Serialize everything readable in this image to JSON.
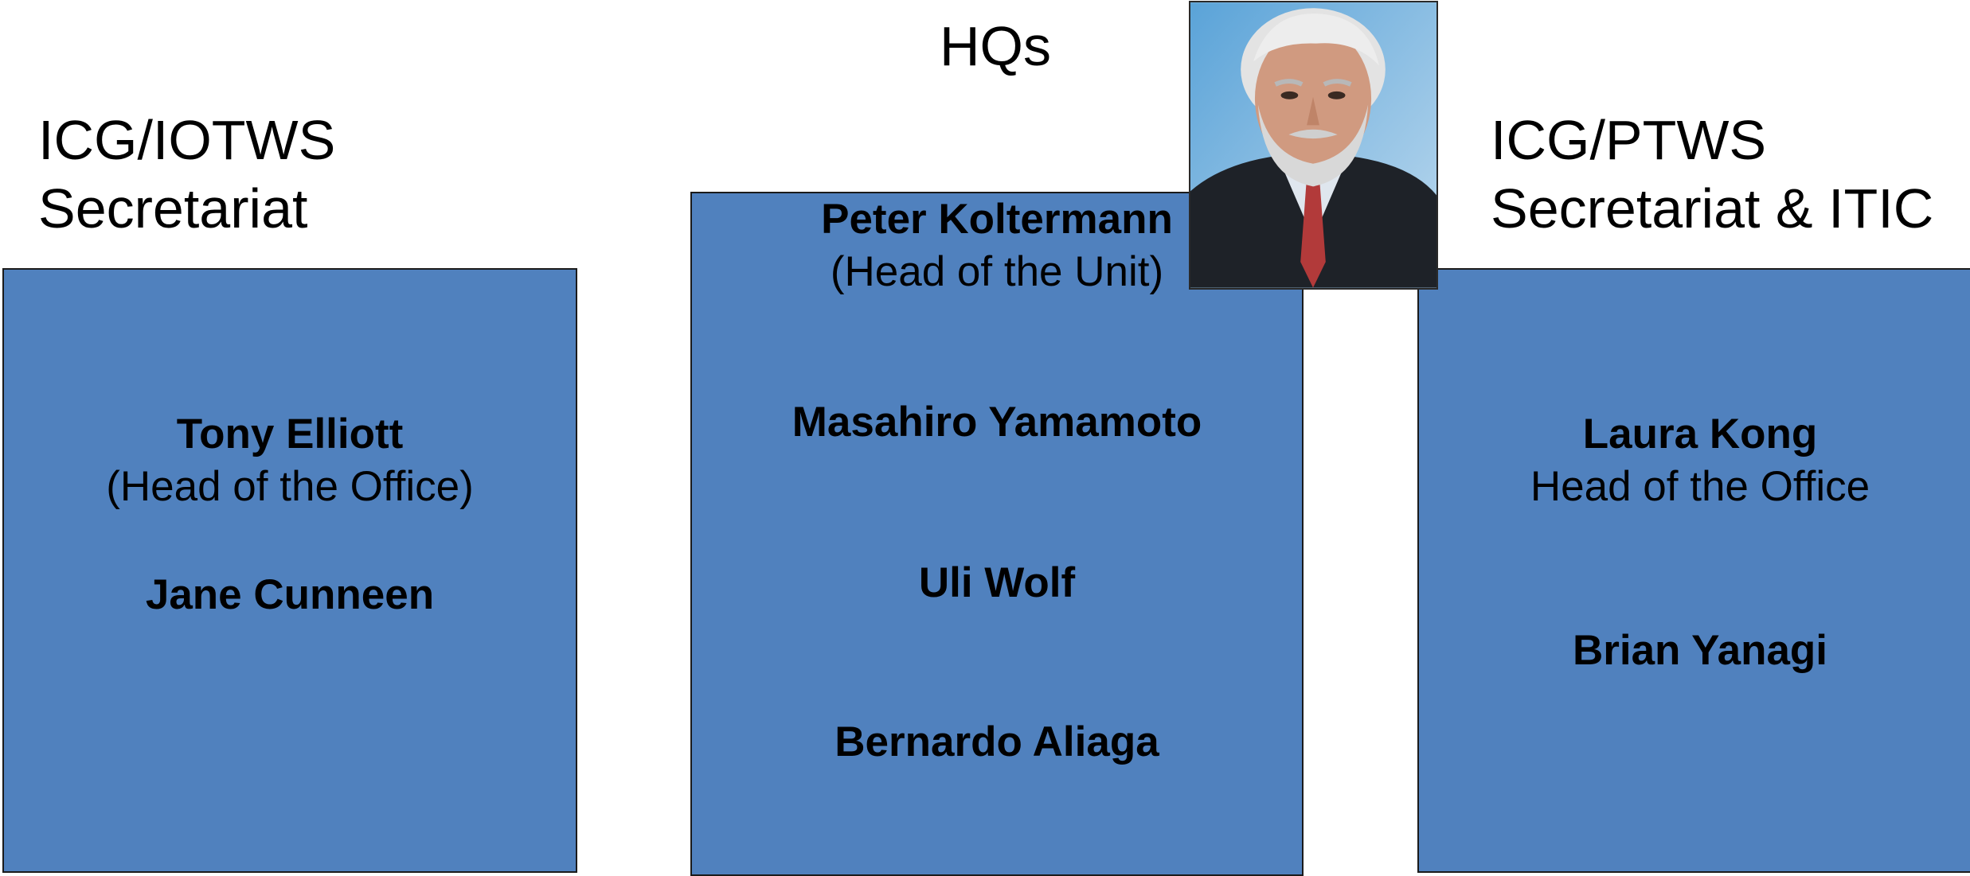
{
  "iotws": {
    "heading": [
      "ICG/IOTWS",
      "Secretariat"
    ],
    "people": [
      {
        "name": "Tony Elliott",
        "role": "(Head of the Office)"
      },
      {
        "name": "Jane Cunneen",
        "role": ""
      }
    ]
  },
  "hqs": {
    "heading": "HQs",
    "people": [
      {
        "name": "Peter Koltermann",
        "role": "(Head of the Unit)"
      },
      {
        "name": "Masahiro Yamamoto",
        "role": ""
      },
      {
        "name": "Uli Wolf",
        "role": ""
      },
      {
        "name": "Bernardo Aliaga",
        "role": ""
      }
    ]
  },
  "ptws": {
    "heading": [
      "ICG/PTWS",
      "Secretariat & ITIC"
    ],
    "people": [
      {
        "name": "Laura Kong",
        "role": "Head of the Office"
      },
      {
        "name": "Brian Yanagi",
        "role": ""
      }
    ]
  },
  "colors": {
    "panel_fill": "#5081be",
    "panel_border": "#1b1b1b",
    "text": "#000000",
    "photo_background": "#9cc4e4"
  },
  "icons": {
    "photo": "portrait-photo"
  }
}
